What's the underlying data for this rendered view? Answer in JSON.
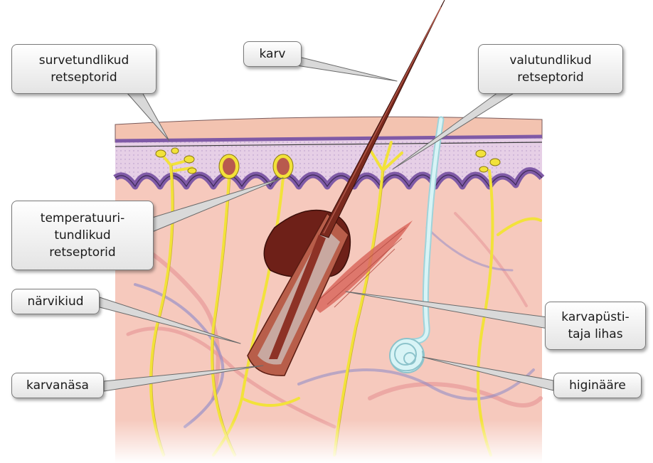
{
  "labels": {
    "survetundlikud": [
      "survetundlikud",
      "retseptorid"
    ],
    "karv": [
      "karv"
    ],
    "valutundlikud": [
      "valutundlikud",
      "retseptorid"
    ],
    "temperatuuri": [
      "temperatuuri-",
      "tundlikud",
      "retseptorid"
    ],
    "narvikiud": [
      "närvikiud"
    ],
    "karvapusti": [
      "karvapüsti-",
      "taja lihas"
    ],
    "karvanasa": [
      "karvanäsa"
    ],
    "higinaare": [
      "higinääre"
    ]
  },
  "colors": {
    "skin": "#f6c9bd",
    "epidermis": "#ead0e4",
    "basal_layer": "#7f5aa6",
    "nerve": "#f2e23a",
    "hair": "#7a2a1e",
    "sweat_gland": "#cfeff2"
  }
}
